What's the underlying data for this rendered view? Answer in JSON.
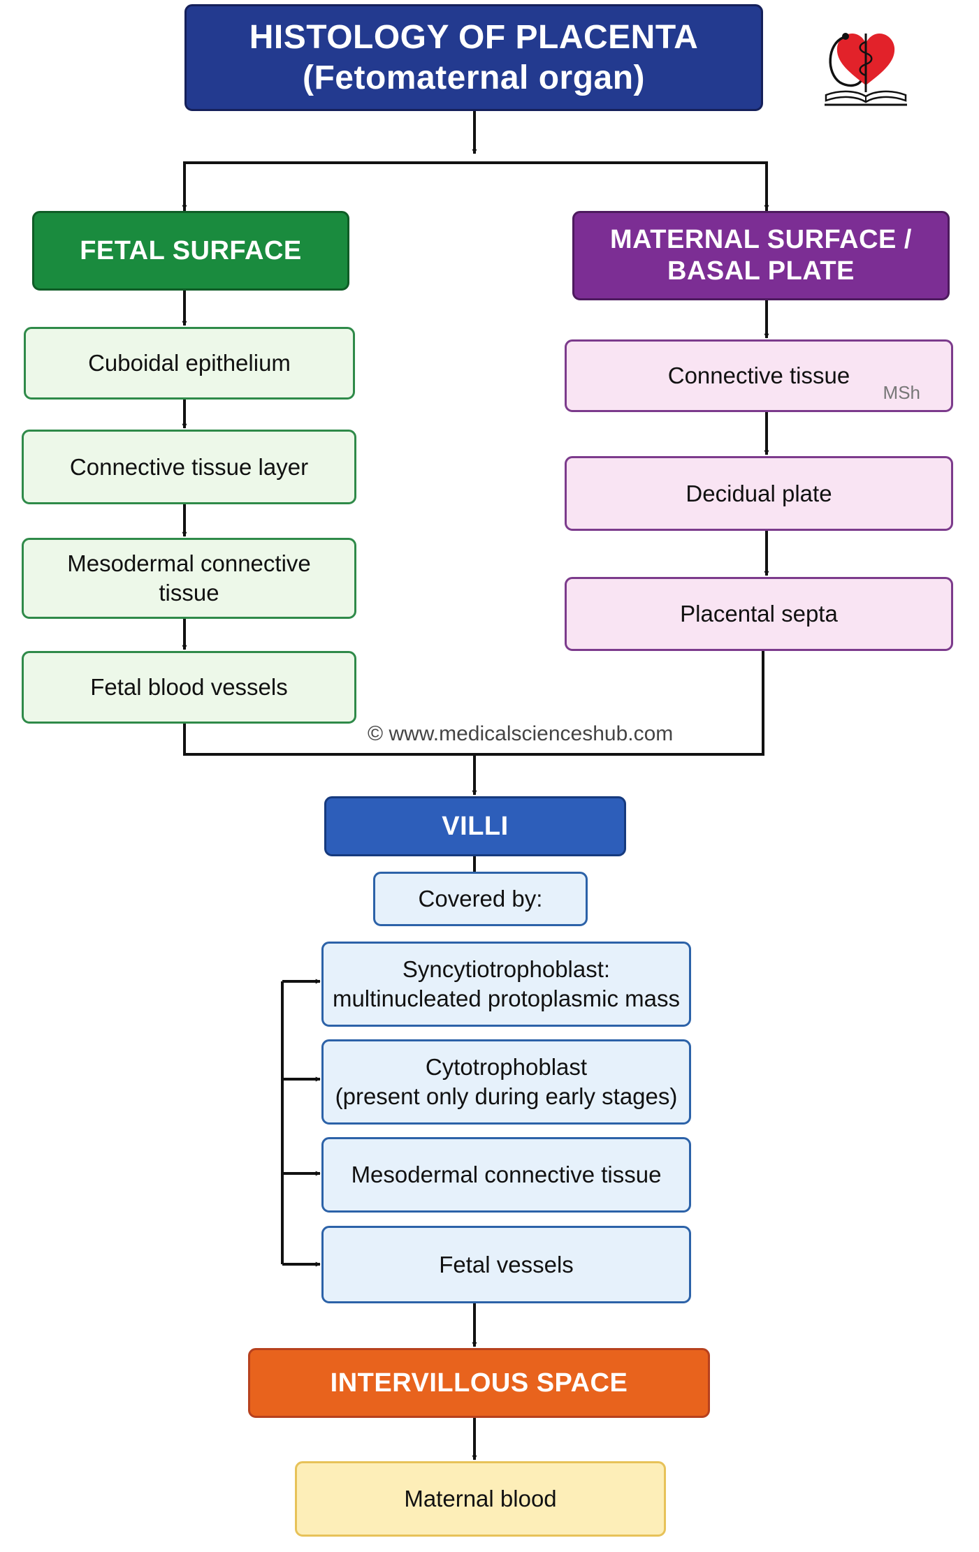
{
  "title": {
    "line1": "HISTOLOGY OF PLACENTA",
    "line2": "(Fetomaternal organ)"
  },
  "fetal_surface": {
    "header": "FETAL SURFACE",
    "items": [
      "Cuboidal epithelium",
      "Connective tissue layer",
      "Mesodermal connective tissue",
      "Fetal blood vessels"
    ]
  },
  "maternal_surface": {
    "header_line1": "MATERNAL SURFACE /",
    "header_line2": "BASAL PLATE",
    "items": [
      "Connective tissue",
      "Decidual plate",
      "Placental septa"
    ],
    "watermark_tag": "MSh"
  },
  "credit": "© www.medicalscienceshub.com",
  "villi": {
    "header": "VILLI",
    "covered_by": "Covered by:",
    "layers": [
      {
        "line1": "Syncytiotrophoblast:",
        "line2": "multinucleated protoplasmic mass"
      },
      {
        "line1": "Cytotrophoblast",
        "line2": "(present only during early stages)"
      },
      {
        "line1": "Mesodermal connective tissue"
      },
      {
        "line1": "Fetal vessels"
      }
    ]
  },
  "intervillous_space": {
    "header": "INTERVILLOUS SPACE",
    "content": "Maternal blood"
  },
  "colors": {
    "title_bg": "#233a8f",
    "fetal_header": "#1a8b3e",
    "maternal_header": "#7c2e94",
    "villi_header": "#2d5eba",
    "intervillous_header": "#e8631d",
    "fetal_item_bg": "#edf8e9",
    "maternal_item_bg": "#f9e4f3",
    "villi_item_bg": "#e6f1fb",
    "maternal_blood_bg": "#fdeeb8",
    "connector": "#111111"
  },
  "logo_icon": "heart-stethoscope-book-icon"
}
